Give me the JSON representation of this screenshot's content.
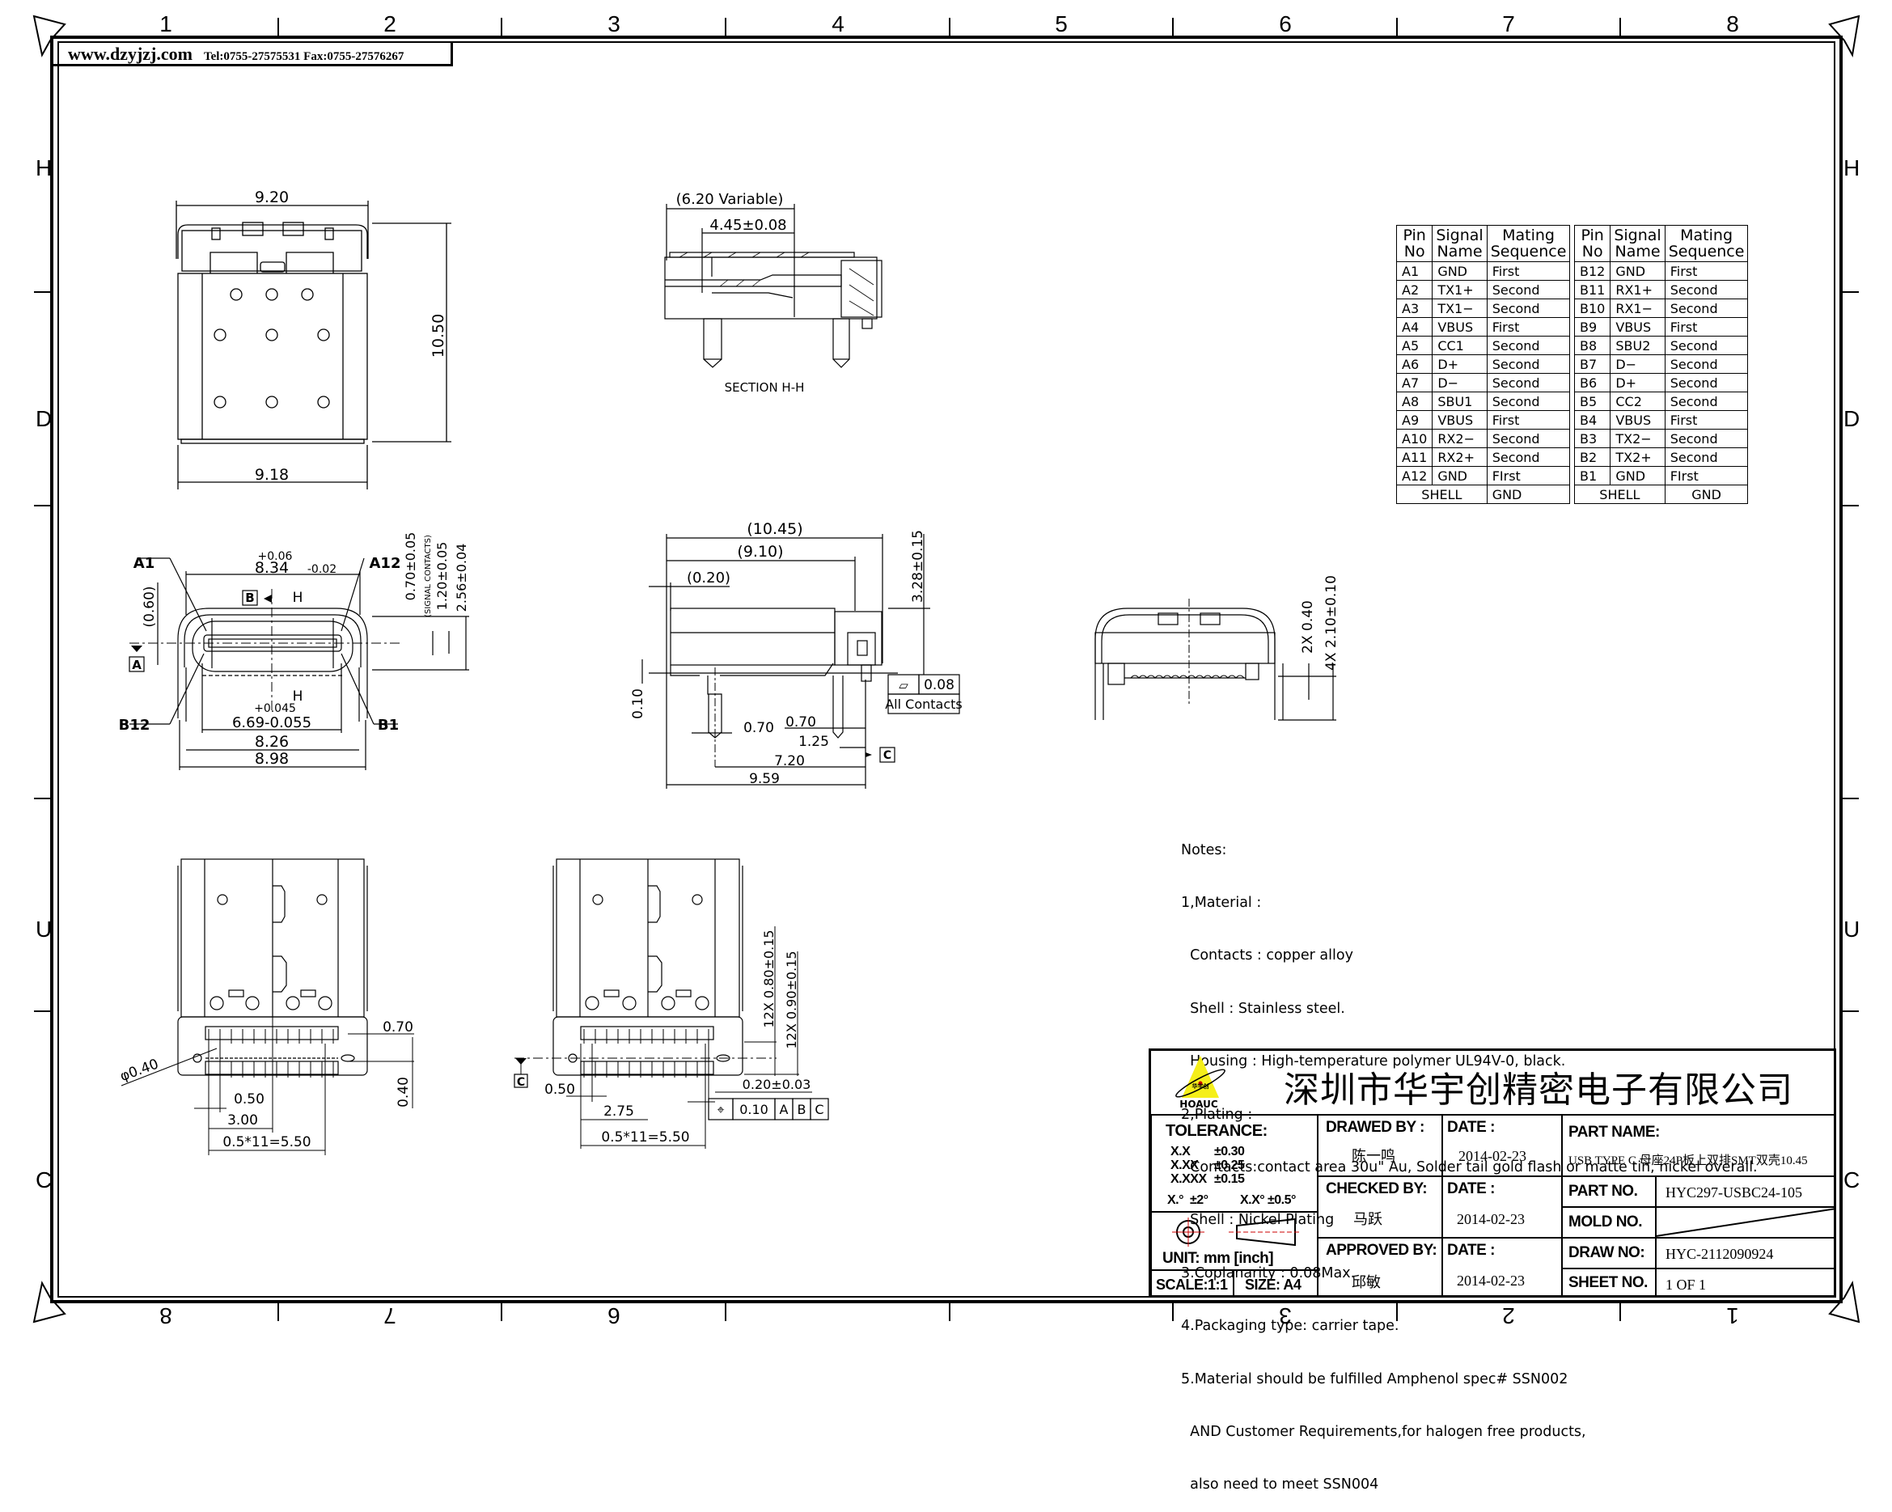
{
  "header": {
    "url": "www.dzyjzj.com",
    "contact": "Tel:0755-27575531  Fax:0755-27576267"
  },
  "frame": {
    "columns_top": [
      "1",
      "2",
      "3",
      "4",
      "5",
      "6",
      "7",
      "8"
    ],
    "columns_bottom": [
      "8",
      "7",
      "6",
      "",
      "",
      "3",
      "2",
      "1"
    ],
    "rows_left": [
      "H",
      "D",
      "U",
      "C"
    ],
    "rows_right": [
      "H",
      "D",
      "U",
      "C"
    ]
  },
  "views": {
    "top_view": {
      "width_top": "9.20",
      "width_bottom": "9.18",
      "height": "10.50"
    },
    "section_hh": {
      "overall": "(6.20 Variable)",
      "insertion": "4.45±0.08",
      "label": "SECTION H-H"
    },
    "front_view": {
      "width_top_main": "8.34",
      "width_top_tol_plus": "+0.06",
      "width_top_tol_minus": "-0.02",
      "left_gap": "(0.60)",
      "tongue_width": "6.69-0.055",
      "tongue_tol_plus": "+0.045",
      "width_mid": "8.26",
      "width_bottom": "8.98",
      "dim_signal": "0.70±0.05",
      "dim_signal_note": "(SIGNAL CONTACTS)",
      "dim_tongue": "1.20±0.05",
      "dim_height": "2.56±0.04",
      "pin_labels": [
        "A1",
        "A12",
        "B12",
        "B1"
      ],
      "datum_a": "A",
      "datum_b": "B",
      "section_mark": "H"
    },
    "side_view": {
      "dim_overall": "(10.45)",
      "dim_body": "(9.10)",
      "dim_front": "(0.20)",
      "dim_height": "3.28±0.15",
      "dim_standoff": "0.10",
      "dim_peg": "0.70",
      "dim_pin": "0.70",
      "dim_pin_offset": "1.25",
      "dim_peg_to_pin": "7.20",
      "dim_length": "9.59",
      "flatness_symbol": "▱",
      "flatness_value": "0.08",
      "flatness_note": "All Contacts",
      "datum_c": "C"
    },
    "rear_view": {
      "dim_pin_width": "2X 0.40",
      "dim_pin_length": "4X 2.10±0.10"
    },
    "bottom_view_1": {
      "hole_dia": "φ0.40",
      "dim_pad": "0.70",
      "dim_gap": "0.40",
      "dim_pitch": "0.50",
      "dim_half": "3.00",
      "dim_span": "0.5*11=5.50"
    },
    "bottom_view_2": {
      "dim_pitch": "0.50",
      "dim_half": "2.75",
      "dim_span": "0.5*11=5.50",
      "dim_pad_w": "0.20±0.03",
      "dim_row1": "12X 0.80±0.15",
      "dim_row2": "12X 0.90±0.15",
      "fcf": {
        "symbol": "⌖",
        "value": "0.10",
        "datums": [
          "A",
          "B",
          "C"
        ]
      },
      "datum_c": "C"
    }
  },
  "pin_table": {
    "headers": [
      [
        "Pin",
        "No"
      ],
      [
        "Signal",
        "Name"
      ],
      [
        "Mating",
        "Sequence"
      ]
    ],
    "row_a": [
      [
        "A1",
        "GND",
        "First"
      ],
      [
        "A2",
        "TX1+",
        "Second"
      ],
      [
        "A3",
        "TX1−",
        "Second"
      ],
      [
        "A4",
        "VBUS",
        "First"
      ],
      [
        "A5",
        "CC1",
        "Second"
      ],
      [
        "A6",
        "D+",
        "Second"
      ],
      [
        "A7",
        "D−",
        "Second"
      ],
      [
        "A8",
        "SBU1",
        "Second"
      ],
      [
        "A9",
        "VBUS",
        "First"
      ],
      [
        "A10",
        "RX2−",
        "Second"
      ],
      [
        "A11",
        "RX2+",
        "Second"
      ],
      [
        "A12",
        "GND",
        "FIrst"
      ]
    ],
    "row_b": [
      [
        "B12",
        "GND",
        "First"
      ],
      [
        "B11",
        "RX1+",
        "Second"
      ],
      [
        "B10",
        "RX1−",
        "Second"
      ],
      [
        "B9",
        "VBUS",
        "First"
      ],
      [
        "B8",
        "SBU2",
        "Second"
      ],
      [
        "B7",
        "D−",
        "Second"
      ],
      [
        "B6",
        "D+",
        "Second"
      ],
      [
        "B5",
        "CC2",
        "Second"
      ],
      [
        "B4",
        "VBUS",
        "First"
      ],
      [
        "B3",
        "TX2−",
        "Second"
      ],
      [
        "B2",
        "TX2+",
        "Second"
      ],
      [
        "B1",
        "GND",
        "FIrst"
      ]
    ],
    "shell_label": "SHELL",
    "shell_value": "GND"
  },
  "notes": [
    "Notes:",
    "1,Material :",
    "  Contacts : copper alloy",
    "  Shell : Stainless steel.",
    "  Housing : High-temperature polymer UL94V-0, black.",
    "2,Plating :",
    "  Contacts:contact area 30u\" Au, Solder tail gold flash or matte tin, nickel overall.",
    "  Shell : Nickel Plating",
    "3.Coplanarity : 0.08Max.",
    "4.Packaging type: carrier tape.",
    "5.Material should be fulfilled Amphenol spec# SSN002",
    "  AND Customer Requirements,for halogen free products,",
    "  also need to meet SSN004"
  ],
  "title_block": {
    "logo_text": "HOAUC",
    "logo_cn": "华宇创",
    "company": "深圳市华宇创精密电子有限公司",
    "tolerance_label": "TOLERANCE:",
    "tolerances": [
      [
        "X.X",
        "±0.30"
      ],
      [
        "X.XX",
        "±0.25"
      ],
      [
        "X.XXX",
        "±0.15"
      ]
    ],
    "angle_tol": [
      [
        "X.°",
        "±2°"
      ],
      [
        "X.X°",
        "±0.5°"
      ]
    ],
    "unit": "UNIT:  mm  [inch]",
    "scale": "SCALE:1:1",
    "size": "SIZE: A4",
    "drawn_by_label": "DRAWED BY :",
    "drawn_by": "陈一鸣",
    "checked_by_label": "CHECKED BY:",
    "checked_by": "马跃",
    "approved_by_label": "APPROVED BY:",
    "approved_by": "邱敏",
    "date_label": "DATE :",
    "date_drawn": "2014-02-23",
    "date_checked": "2014-02-23",
    "date_approved": "2014-02-23",
    "part_name_label": "PART NAME:",
    "part_name": "USB TYPE C 母座24P板上双排SMT双壳10.45",
    "part_no_label": "PART NO.",
    "part_no": "HYC297-USBC24-105",
    "mold_no_label": "MOLD NO.",
    "mold_no": "",
    "draw_no_label": "DRAW NO:",
    "draw_no": "HYC-2112090924",
    "sheet_no_label": "SHEET NO.",
    "sheet_no": "1 OF 1"
  },
  "colors": {
    "line": "#000000",
    "logo_yellow": "#f5ef1a",
    "center_line_red": "#cc0000"
  }
}
